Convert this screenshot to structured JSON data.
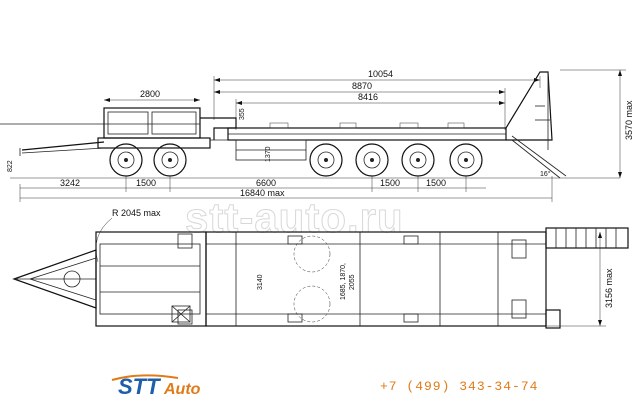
{
  "side_view": {
    "dims": {
      "overall_10054": "10054",
      "d_8870": "8870",
      "d_8416": "8416",
      "d_2800": "2800",
      "d_355": "355",
      "d_1370": "1370",
      "d_822": "822",
      "d_3242": "3242",
      "d_1500_a": "1500",
      "d_6600": "6600",
      "d_1500_b": "1500",
      "d_1500_c": "1500",
      "total": "16840 max",
      "height": "3570 max",
      "angle_small": "16°"
    }
  },
  "top_view": {
    "dims": {
      "radius": "R 2045 max",
      "d_3140": "3140",
      "d_inner": "1685, 1870,",
      "d_inner2": "2055",
      "width": "3156 max"
    }
  },
  "watermark": "stt-auto.ru",
  "brand": {
    "logo_main": "STT",
    "logo_sub": "Auto",
    "phone": "+7 (499) 343-34-74"
  }
}
